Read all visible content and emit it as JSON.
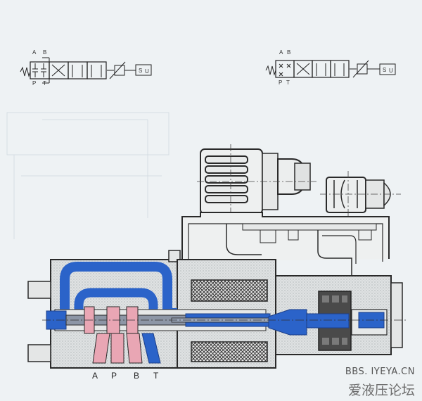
{
  "colors": {
    "background": "#eef2f4",
    "body": "#dfe2e3",
    "pressure": "#e9a6b4",
    "tank": "#2b63c9",
    "coil": "#3a3a3a",
    "outline": "#2a2a2a"
  },
  "symbol_left": {
    "port_a": "A",
    "port_b": "B",
    "port_p": "P",
    "port_t": "T"
  },
  "symbol_right": {
    "port_a": "A",
    "port_b": "B",
    "port_p": "P",
    "port_t": "T"
  },
  "section_ports": {
    "a": "A",
    "p": "P",
    "b": "B",
    "t": "T"
  },
  "watermark": {
    "url": "BBS. IYEYA.CN",
    "site_name": "爱液压论坛"
  }
}
